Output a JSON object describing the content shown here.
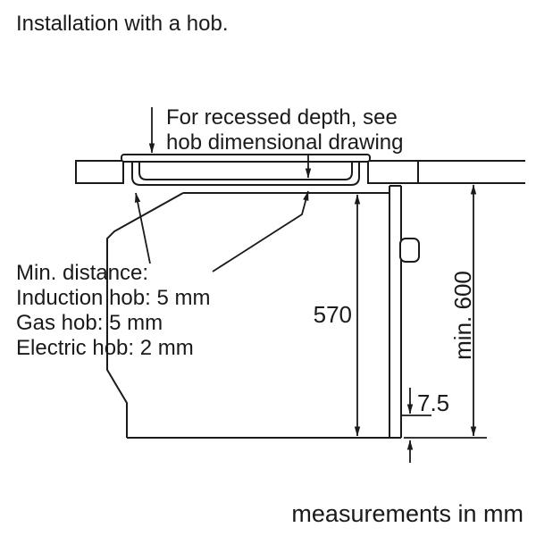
{
  "title": "Installation with a hob.",
  "annotations": {
    "recessed_depth": {
      "line1": "For recessed depth, see",
      "line2": "hob dimensional drawing"
    },
    "min_distance": {
      "heading": "Min. distance:",
      "induction": "Induction hob: 5 mm",
      "gas": "Gas hob: 5 mm",
      "electric": "Electric hob: 2 mm"
    }
  },
  "dimensions": {
    "appliance_height": "570",
    "niche_min_height": "min. 600",
    "bottom_clearance": "7.5"
  },
  "footer": "measurements in mm",
  "colors": {
    "line": "#1a1a1a",
    "background": "#ffffff"
  }
}
